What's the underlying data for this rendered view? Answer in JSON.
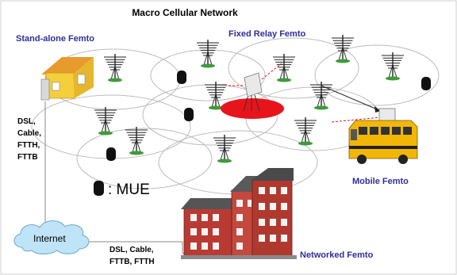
{
  "diagram": {
    "title": "Macro Cellular Network",
    "labels": {
      "standalone": "Stand-alone Femto",
      "fixed_relay": "Fixed Relay Femto",
      "mobile": "Mobile Femto",
      "networked": "Networked Femto"
    },
    "backhaul_left": [
      "DSL,",
      "Cable,",
      "FTTH,",
      "FTTB"
    ],
    "backhaul_bottom": [
      "DSL, Cable,",
      "FTTB, FTTH"
    ],
    "internet": "Internet",
    "legend": ": MUE"
  },
  "colors": {
    "accent_blue": "#2e2e9c",
    "relay_red": "#e8141c",
    "house_yellow": "#f3cf3b",
    "bus_yellow": "#f2b705",
    "cloud_blue": "#bfe3f7",
    "building_red": "#b93a33"
  }
}
